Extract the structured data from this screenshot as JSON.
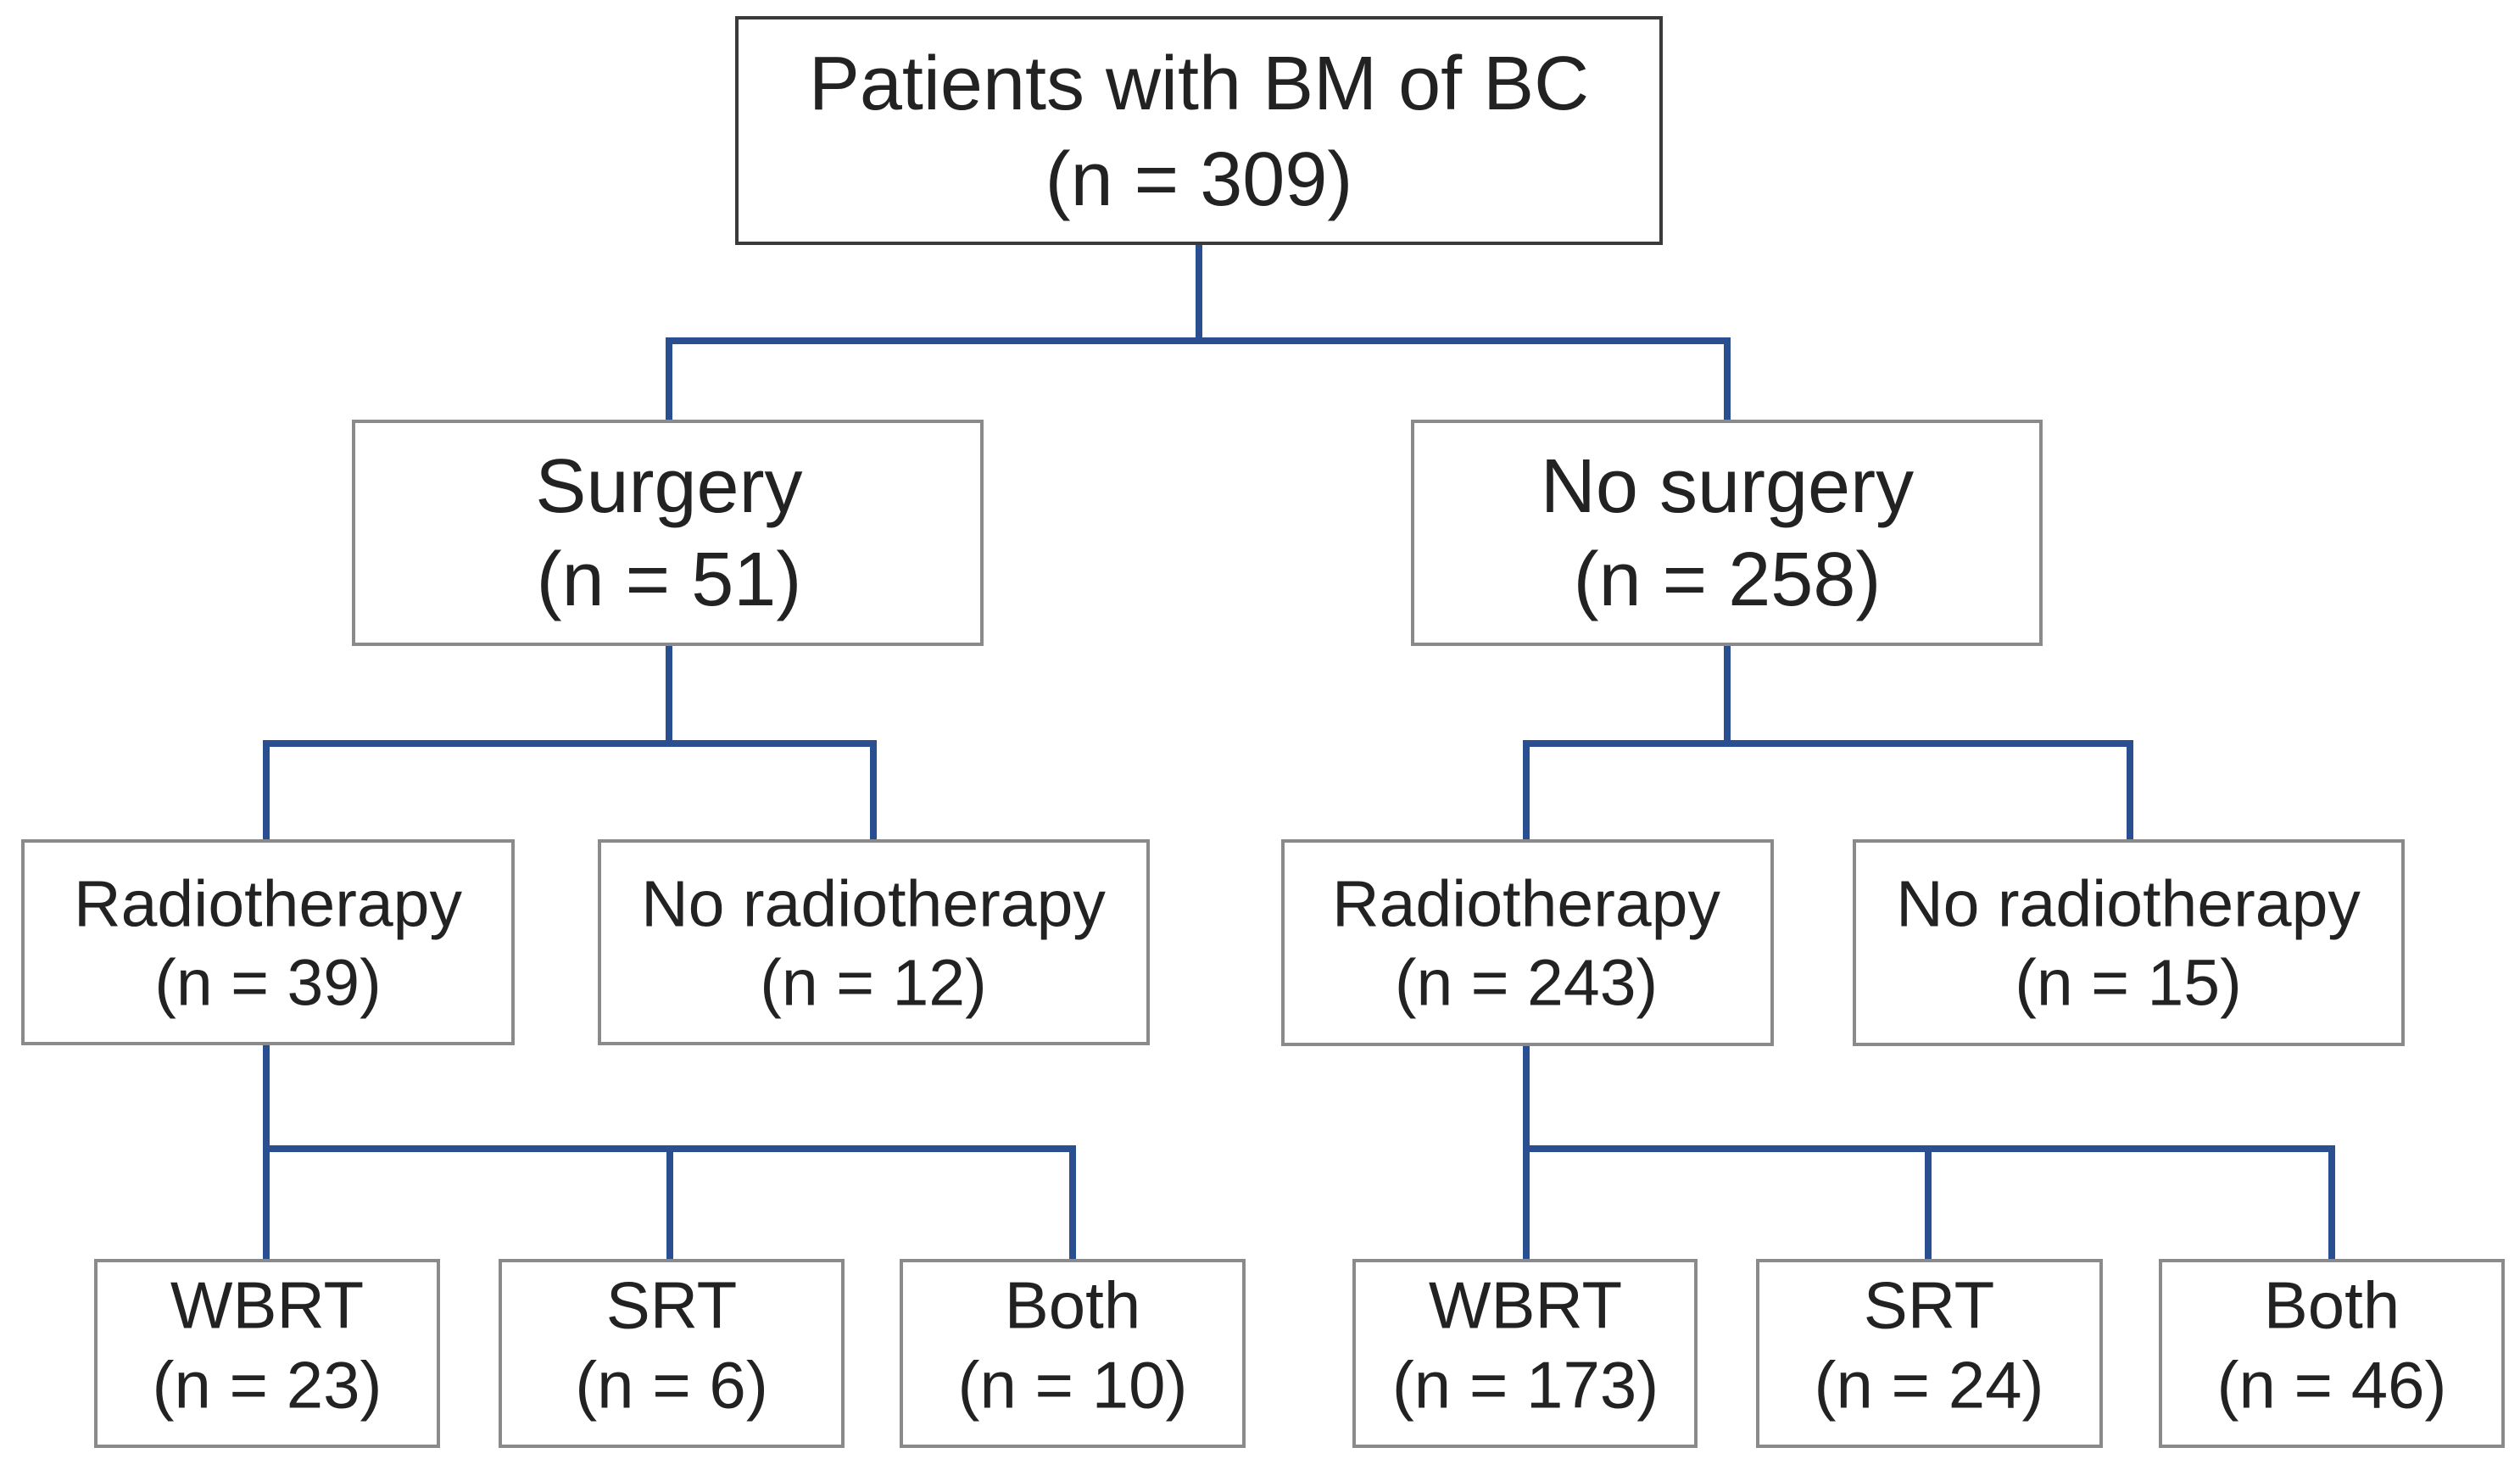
{
  "diagram": {
    "connector_color": "#2a4f91",
    "root": {
      "label": "Patients with BM of BC",
      "count": "(n = 309)"
    },
    "surgery": {
      "label": "Surgery",
      "count": "(n = 51)",
      "radiotherapy": {
        "label": "Radiotherapy",
        "count": "(n = 39)"
      },
      "no_radiotherapy": {
        "label": "No radiotherapy",
        "count": "(n = 12)"
      },
      "wbrt": {
        "label": "WBRT",
        "count": "(n = 23)"
      },
      "srt": {
        "label": "SRT",
        "count": "(n = 6)"
      },
      "both": {
        "label": "Both",
        "count": "(n = 10)"
      }
    },
    "no_surgery": {
      "label": "No surgery",
      "count": "(n = 258)",
      "radiotherapy": {
        "label": "Radiotherapy",
        "count": "(n = 243)"
      },
      "no_radiotherapy": {
        "label": "No radiotherapy",
        "count": "(n = 15)"
      },
      "wbrt": {
        "label": "WBRT",
        "count": "(n = 173)"
      },
      "srt": {
        "label": "SRT",
        "count": "(n = 24)"
      },
      "both": {
        "label": "Both",
        "count": "(n = 46)"
      }
    }
  }
}
